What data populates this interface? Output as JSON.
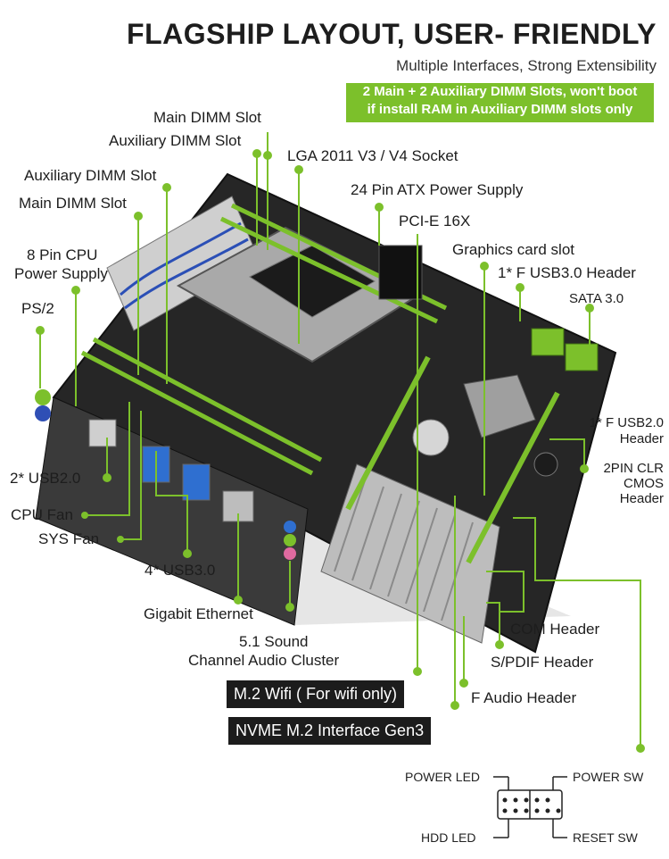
{
  "header": {
    "title": "FLAGSHIP LAYOUT, USER- FRIENDLY",
    "subtitle": "Multiple Interfaces, Strong Extensibility",
    "note_line1": "2 Main + 2 Auxiliary DIMM Slots, won't boot",
    "note_line2": "if install RAM in Auxiliary DIMM slots only"
  },
  "labels": {
    "main_dimm_top": "Main DIMM Slot",
    "aux_dimm_top": "Auxiliary DIMM Slot",
    "aux_dimm_left": "Auxiliary DIMM Slot",
    "main_dimm_left": "Main DIMM Slot",
    "socket": "LGA 2011 V3 / V4 Socket",
    "atx": "24 Pin ATX Power Supply",
    "pcie": "PCI-E 16X",
    "graphics": "Graphics card slot",
    "usb30_header": "1* F USB3.0 Header",
    "sata": "SATA 3.0",
    "cpu_power_1": "8 Pin CPU",
    "cpu_power_2": "Power Supply",
    "ps2": "PS/2",
    "usb20_header_1": "1* F USB2.0",
    "usb20_header_2": "Header",
    "clr_cmos_1": "2PIN CLR",
    "clr_cmos_2": "CMOS",
    "clr_cmos_3": "Header",
    "usb20": "2* USB2.0",
    "cpu_fan": "CPU Fan",
    "sys_fan": "SYS Fan",
    "usb30": "4* USB3.0",
    "ethernet": "Gigabit Ethernet",
    "audio_1": "5.1 Sound",
    "audio_2": "Channel Audio Cluster",
    "com": "COM Header",
    "spdif": "S/PDIF Header",
    "faudio": "F Audio Header",
    "m2_wifi": "M.2 Wifi ( For wifi only)",
    "nvme": "NVME M.2 Interface Gen3"
  },
  "panel_header": {
    "power_led": "POWER LED",
    "power_sw": "POWER SW",
    "hdd_led": "HDD  LED",
    "reset_sw": "RESET SW"
  },
  "colors": {
    "accent_green": "#7cc02b",
    "board_dark": "#222222",
    "heatsink_silver": "#c8c8c8"
  }
}
